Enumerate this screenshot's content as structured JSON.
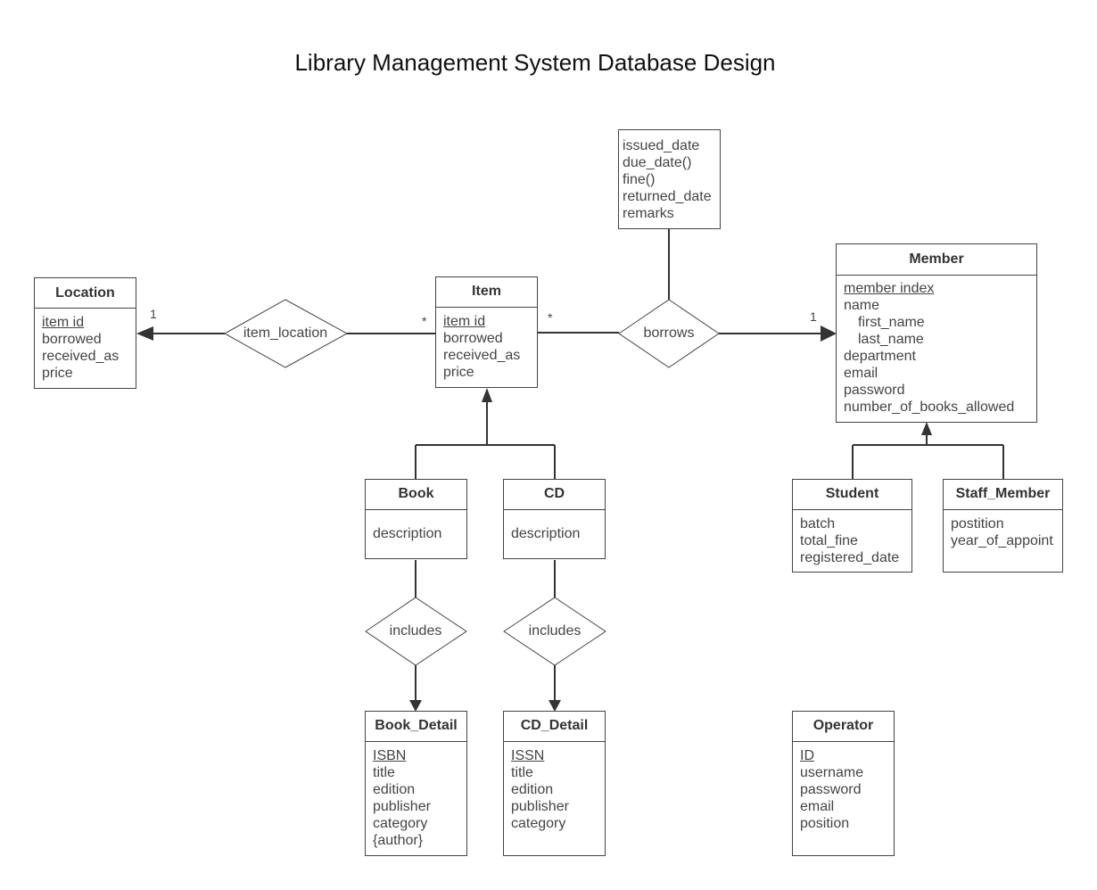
{
  "title": "Library Management System Database Design",
  "entities": {
    "location": {
      "name": "Location",
      "attrs": [
        "item id",
        "borrowed",
        "received_as",
        "price"
      ]
    },
    "item": {
      "name": "Item",
      "attrs": [
        "item id",
        "borrowed",
        "received_as",
        "price"
      ]
    },
    "member": {
      "name": "Member",
      "attrs": [
        "member index",
        "name",
        "first_name",
        "last_name",
        "department",
        "email",
        "password",
        "number_of_books_allowed"
      ]
    },
    "borrow_attrs": {
      "attrs": [
        "issued_date",
        "due_date()",
        "fine()",
        "returned_date",
        "remarks"
      ]
    },
    "book": {
      "name": "Book",
      "attrs": [
        "description"
      ]
    },
    "cd": {
      "name": "CD",
      "attrs": [
        "description"
      ]
    },
    "student": {
      "name": "Student",
      "attrs": [
        "batch",
        "total_fine",
        "registered_date"
      ]
    },
    "staff": {
      "name": "Staff_Member",
      "attrs": [
        "postition",
        "year_of_appoint"
      ]
    },
    "book_detail": {
      "name": "Book_Detail",
      "attrs": [
        "ISBN",
        "title",
        "edition",
        "publisher",
        "category",
        "{author}"
      ]
    },
    "cd_detail": {
      "name": "CD_Detail",
      "attrs": [
        "ISSN",
        "title",
        "edition",
        "publisher",
        "category"
      ]
    },
    "operator": {
      "name": "Operator",
      "attrs": [
        "ID",
        "username",
        "password",
        "email",
        "position"
      ]
    }
  },
  "relationships": {
    "item_location": "item_location",
    "borrows": "borrows",
    "includes_book": "includes",
    "includes_cd": "includes"
  },
  "multiplicities": {
    "location_side": "1",
    "item_location_side": "*",
    "item_borrows_side": "*",
    "member_side": "1"
  }
}
